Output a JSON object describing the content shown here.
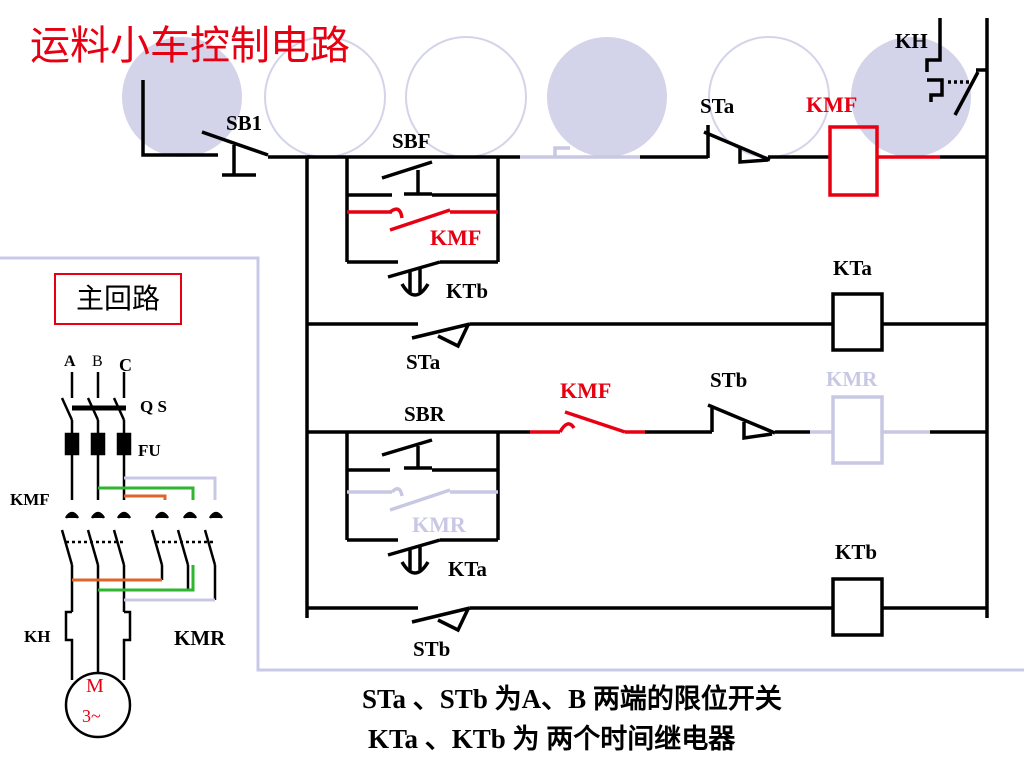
{
  "page": {
    "title": "运料小车控制电路",
    "main_circuit_label": "主回路"
  },
  "control_circuit": {
    "labels": {
      "sb1": "SB1",
      "sbf": "SBF",
      "kmf_hold": "KMF",
      "ktb_contact": "KTb",
      "sta_series": "STa",
      "kmf_coil": "KMF",
      "kh": "KH",
      "kta_coil": "KTa",
      "sta_kta": "STa",
      "sbr": "SBR",
      "kmf_interlock": "KMF",
      "stb_series": "STb",
      "kmr_coil": "KMR",
      "kmr_hold": "KMR",
      "kta_contact": "KTa",
      "ktb_coil": "KTb",
      "stb_ktb": "STb"
    }
  },
  "main_circuit": {
    "labels": {
      "phase_a": "A",
      "phase_b": "B",
      "phase_c": "C",
      "qs": "Q S",
      "fu": "FU",
      "kmf": "KMF",
      "kh": "KH",
      "kmr": "KMR",
      "motor_m": "M",
      "motor_type": "3~"
    }
  },
  "notes": {
    "line1": "STa 、STb 为A、B 两端的限位开关",
    "line2": "KTa 、KTb 为 两个时间继电器"
  },
  "colors": {
    "wire": "#000000",
    "highlight": "#e60012",
    "faded": "#c8c8e4",
    "decor_circle": "#d3d3ea",
    "panel_border": "#c8c8e8",
    "interlock_green": "#2fb52f",
    "interlock_orange": "#e0632a"
  }
}
